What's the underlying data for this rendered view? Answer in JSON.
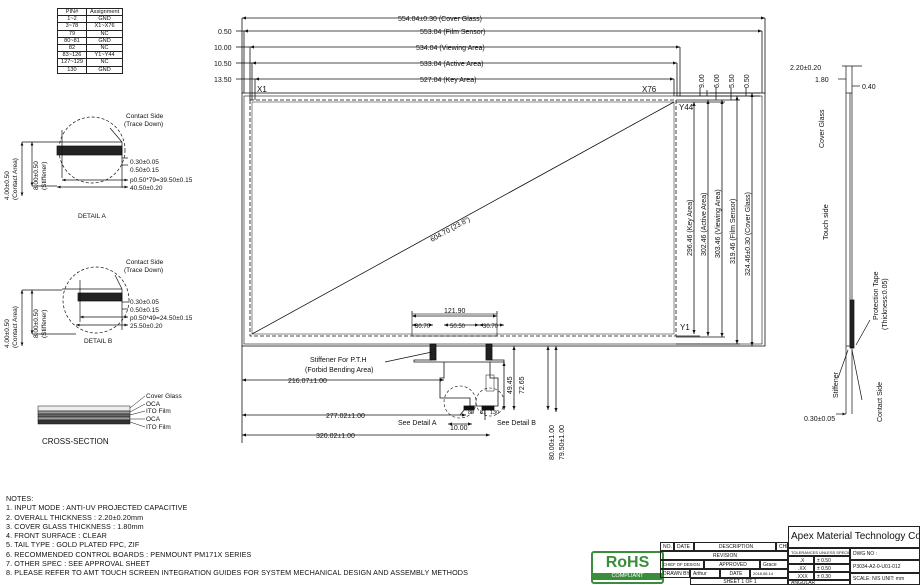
{
  "pin_table": {
    "headers": [
      "PIN#",
      "Assignment"
    ],
    "rows": [
      [
        "1~2",
        "GND"
      ],
      [
        "3~78",
        "X1~X76"
      ],
      [
        "79",
        "NC"
      ],
      [
        "80~81",
        "GND"
      ],
      [
        "82",
        "NC"
      ],
      [
        "83~126",
        "Y1~Y44"
      ],
      [
        "127~129",
        "NC"
      ],
      [
        "130",
        "GND"
      ]
    ]
  },
  "main_view": {
    "dims": {
      "cover_glass": "554.04±0.30 (Cover Glass)",
      "film_sensor": "553.04 (Film Sensor)",
      "viewing_area": "534.04 (Viewing Area)",
      "active_area": "533.04 (Active Area)",
      "key_area": "527.04 (Key Area)",
      "offset_050": "0.50",
      "offset_1000": "10.00",
      "offset_1050": "10.50",
      "offset_1350": "13.50",
      "v_900": "9.00",
      "v_600": "6.00",
      "v_550": "5.50",
      "v_050": "0.50",
      "diag": "604.70 (23.8\")",
      "h_key": "296.46 (Key Area)",
      "h_active": "302.46 (Active Area)",
      "h_viewing": "303.46 (Viewing Area)",
      "h_film": "319.46 (Film Sensor)",
      "h_cover": "324.46±0.30 (Cover Glass)",
      "fpc_width": "121.90",
      "fpc_a": "30.70",
      "fpc_b": "50.50",
      "fpc_c": "30.70",
      "stiffener": "Stiffener For P.T.H",
      "forbid": "(Forbid Bending Area)",
      "d_21607": "216.07±1.00",
      "d_27702": "277.02±1.00",
      "d_32002": "320.02±1.00",
      "d_1000": "10.00",
      "d_4945": "49.45",
      "d_7265": "72.65",
      "d_8000": "80.00±1.00",
      "d_7950": "79.50±1.00",
      "pin80": "80",
      "pin81": "81",
      "pin130": "130",
      "see_a": "See Detail A",
      "see_b": "See Detail B"
    },
    "corners": {
      "x1": "X1",
      "x76": "X76",
      "y44": "Y44",
      "y1": "Y1"
    }
  },
  "detail_a": {
    "contact_side": "Contact Side",
    "trace_down": "(Trace Down)",
    "d1": "0.30±0.05",
    "d2": "0.50±0.15",
    "d3": "p0.50*79=39.50±0.15",
    "d4": "40.50±0.20",
    "v1": "4.00±0.50",
    "v1b": "(Contact Area)",
    "v2": "8.00±0.50",
    "v2b": "(Stiffener)",
    "label": "DETAIL A"
  },
  "detail_b": {
    "contact_side": "Contact Side",
    "trace_down": "(Trace Down)",
    "d1": "0.30±0.05",
    "d2": "0.50±0.15",
    "d3": "p0.50*49=24.50±0.15",
    "d4": "25.50±0.20",
    "v1": "4.00±0.50",
    "v1b": "(Contact Area)",
    "v2": "8.00±0.50",
    "v2b": "(Stiffener)",
    "label": "DETAIL B"
  },
  "cross_section": {
    "layers": [
      "Cover Glass",
      "OCA",
      "ITO Film",
      "OCA",
      "ITO Film"
    ],
    "label": "CROSS-SECTION"
  },
  "side_view": {
    "thickness": "2.20±0.20",
    "glass": "1.80",
    "d040": "0.40",
    "cover_glass": "Cover Glass",
    "touch_side": "Touch side",
    "protection": "Protection Tape",
    "protection2": "(Thickness:0.05)",
    "stiffener": "Stiffener",
    "contact_side": "Contact Side",
    "d030": "0.30±0.05"
  },
  "notes": {
    "title": "NOTES:",
    "items": [
      "1. INPUT MODE : ANTI-UV PROJECTED CAPACITIVE",
      "2. OVERALL THICKNESS : 2.20±0.20mm",
      "3. COVER GLASS THICKNESS : 1.80mm",
      "4. FRONT SURFACE : CLEAR",
      "5. TAIL TYPE : GOLD PLATED FPC, ZIF",
      "6. RECOMMENDED CONTROL BOARDS : PENMOUNT PM171X SERIES",
      "7. OTHER SPEC : SEE APPROVAL SHEET",
      "8. PLEASE REFER TO AMT TOUCH SCREEN INTEGRATION GUIDES FOR SYSTEM MECHANICAL DESIGN AND ASSEMBLY METHODS"
    ]
  },
  "rohs": {
    "main": "RoHS",
    "sub": "COMPLIANT"
  },
  "title_block": {
    "company": "Apex Material Technology Corp.",
    "no": "NO.",
    "date": "DATE",
    "description": "DESCRIPTION",
    "chk": "CHK",
    "revision": "REVISION",
    "chief": "CHIEF OF DESIGN",
    "approved": "APPROVED",
    "grace": "Grace",
    "drawn_by": "DRAWN BY",
    "arthur": "Arthur",
    "date2": "DATE",
    "date_val": "2018.06.14",
    "sheet": "SHEET 1 OF 1",
    "tolerances": "TOLERANCES UNLESS SPECIFIED",
    "tol_x": ".X",
    "tol_x_val": "± 0.50",
    "tol_xx": ".XX",
    "tol_xx_val": "± 0.50",
    "tol_xxx": ".XXX",
    "tol_xxx_val": "± 0.30",
    "angular": "ANGULAR",
    "dwg_no": "DWG NO :",
    "dwg_val": "P3034-A2-0-U01-012",
    "scale": "SCALE: N/S  UNIT: mm"
  }
}
